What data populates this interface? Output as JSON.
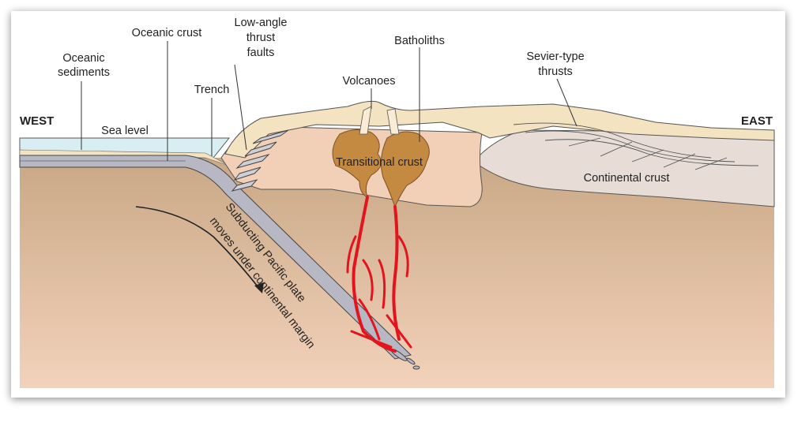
{
  "labels": {
    "west": "WEST",
    "east": "EAST",
    "oceanic_sediments_1": "Oceanic",
    "oceanic_sediments_2": "sediments",
    "oceanic_crust": "Oceanic crust",
    "low_angle_1": "Low-angle",
    "low_angle_2": "thrust",
    "low_angle_3": "faults",
    "trench": "Trench",
    "sea_level": "Sea level",
    "volcanoes": "Volcanoes",
    "batholiths": "Batholiths",
    "sevier_1": "Sevier-type",
    "sevier_2": "thrusts",
    "transitional_crust": "Transitional crust",
    "continental_crust": "Continental crust",
    "subducting_1": "Subducting Pacific plate",
    "subducting_2": "moves under continental margin"
  },
  "colors": {
    "mantle_top": "#c9a886",
    "mantle_bottom": "#f3d2bb",
    "sea": "#d9eef2",
    "oceanic_crust": "#b8b8c4",
    "transitional": "#f2d0b8",
    "sediment": "#f4e3c1",
    "continental": "#e8ddd6",
    "batholith": "#c58a42",
    "magma": "#e3141e"
  }
}
